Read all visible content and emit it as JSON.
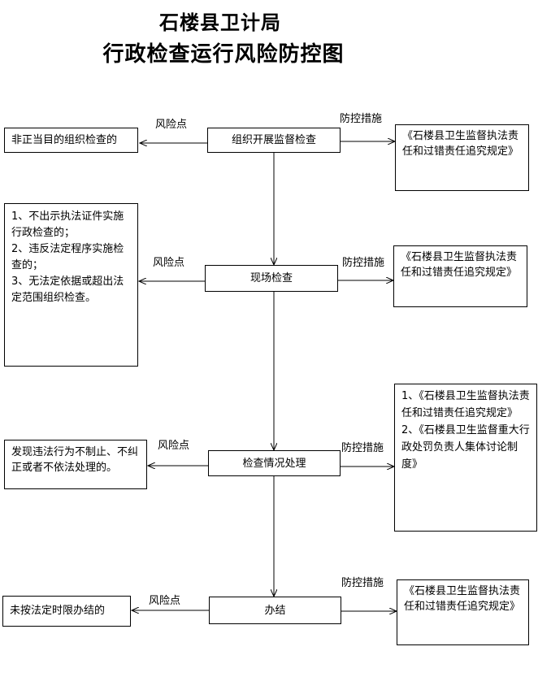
{
  "title": {
    "line1": "石楼县卫计局",
    "line2": "行政检查运行风险防控图"
  },
  "labels": {
    "risk": "风险点",
    "measure": "防控措施"
  },
  "steps": [
    {
      "name": "组织开展监督检查",
      "risk": "非正当目的组织检查的",
      "measure": "《石楼县卫生监督执法责任和过错责任追究规定》"
    },
    {
      "name": "现场检查",
      "risk": "1、不出示执法证件实施行政检查的；\n2、违反法定程序实施检查的；\n3、无法定依据或超出法定范围组织检查。",
      "measure": "《石楼县卫生监督执法责任和过错责任追究规定》"
    },
    {
      "name": "检查情况处理",
      "risk": "发现违法行为不制止、不纠正或者不依法处理的。",
      "measure": "1、《石楼县卫生监督执法责任和过错责任追究规定》\n2、《石楼县卫生监督重大行政处罚负责人集体讨论制度》"
    },
    {
      "name": "办结",
      "risk": "未按法定时限办结的",
      "measure": "《石楼县卫生监督执法责任和过错责任追究规定》"
    }
  ]
}
